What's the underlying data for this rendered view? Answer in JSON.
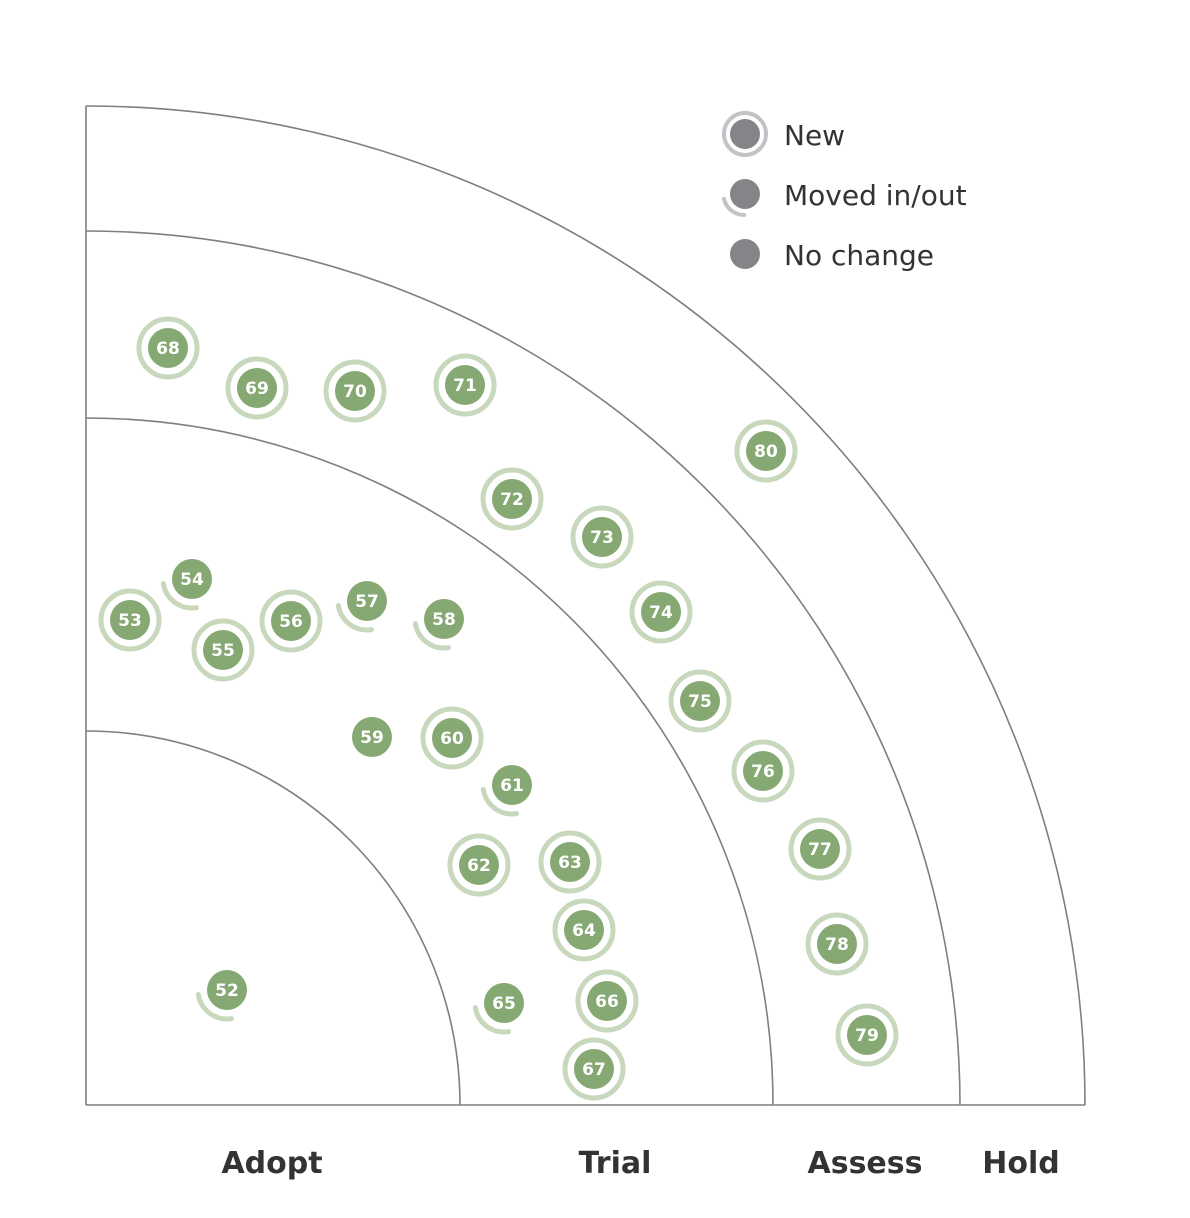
{
  "legend": {
    "new": "New",
    "moved": "Moved in/out",
    "no_change": "No change",
    "marker_color": "#858589",
    "marker_ring_color": "#c3c3c7"
  },
  "colors": {
    "blip_fill": "#86a872",
    "blip_ring": "#c8d8bd",
    "ring_stroke": "#7f7f7f"
  },
  "rings": [
    {
      "name": "Adopt"
    },
    {
      "name": "Trial"
    },
    {
      "name": "Assess"
    },
    {
      "name": "Hold"
    }
  ],
  "blips": [
    {
      "id": "52",
      "status": "moved"
    },
    {
      "id": "53",
      "status": "new"
    },
    {
      "id": "54",
      "status": "moved"
    },
    {
      "id": "55",
      "status": "new"
    },
    {
      "id": "56",
      "status": "new"
    },
    {
      "id": "57",
      "status": "moved"
    },
    {
      "id": "58",
      "status": "moved"
    },
    {
      "id": "59",
      "status": "no_change"
    },
    {
      "id": "60",
      "status": "new"
    },
    {
      "id": "61",
      "status": "moved"
    },
    {
      "id": "62",
      "status": "new"
    },
    {
      "id": "63",
      "status": "new"
    },
    {
      "id": "64",
      "status": "new"
    },
    {
      "id": "65",
      "status": "moved"
    },
    {
      "id": "66",
      "status": "new"
    },
    {
      "id": "67",
      "status": "new"
    },
    {
      "id": "68",
      "status": "new"
    },
    {
      "id": "69",
      "status": "new"
    },
    {
      "id": "70",
      "status": "new"
    },
    {
      "id": "71",
      "status": "new"
    },
    {
      "id": "72",
      "status": "new"
    },
    {
      "id": "73",
      "status": "new"
    },
    {
      "id": "74",
      "status": "new"
    },
    {
      "id": "75",
      "status": "new"
    },
    {
      "id": "76",
      "status": "new"
    },
    {
      "id": "77",
      "status": "new"
    },
    {
      "id": "78",
      "status": "new"
    },
    {
      "id": "79",
      "status": "new"
    },
    {
      "id": "80",
      "status": "new"
    }
  ]
}
